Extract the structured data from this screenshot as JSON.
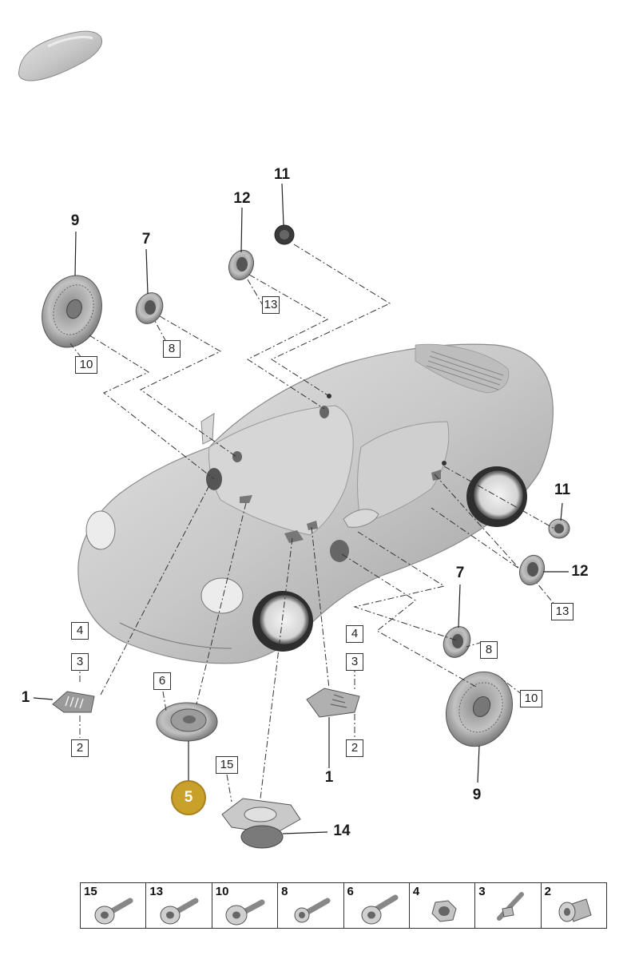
{
  "callouts": {
    "c11_top": "11",
    "c12_top": "12",
    "c9_top": "9",
    "c7_top": "7",
    "c11_right": "11",
    "c12_right": "12",
    "c7_right": "7",
    "c9_right": "9",
    "c1_left": "1",
    "c1_center": "1",
    "c14": "14"
  },
  "boxed": {
    "b13_top": "13",
    "b8_top": "8",
    "b10_top": "10",
    "b13_right": "13",
    "b8_right": "8",
    "b10_right": "10",
    "b4_left": "4",
    "b3_left": "3",
    "b2_left": "2",
    "b4_center": "4",
    "b3_center": "3",
    "b2_center": "2",
    "b6": "6",
    "b15": "15"
  },
  "highlight": {
    "label": "5",
    "color": "#c9a02a"
  },
  "parts_table": [
    {
      "num": "15",
      "icon": "bolt-washer-head-icon"
    },
    {
      "num": "13",
      "icon": "bolt-washer-head-icon"
    },
    {
      "num": "10",
      "icon": "bolt-washer-head-icon"
    },
    {
      "num": "8",
      "icon": "bolt-icon"
    },
    {
      "num": "6",
      "icon": "bolt-washer-head-icon"
    },
    {
      "num": "4",
      "icon": "hex-nut-icon"
    },
    {
      "num": "3",
      "icon": "stud-bolt-icon"
    },
    {
      "num": "2",
      "icon": "expanding-rivet-icon"
    }
  ]
}
